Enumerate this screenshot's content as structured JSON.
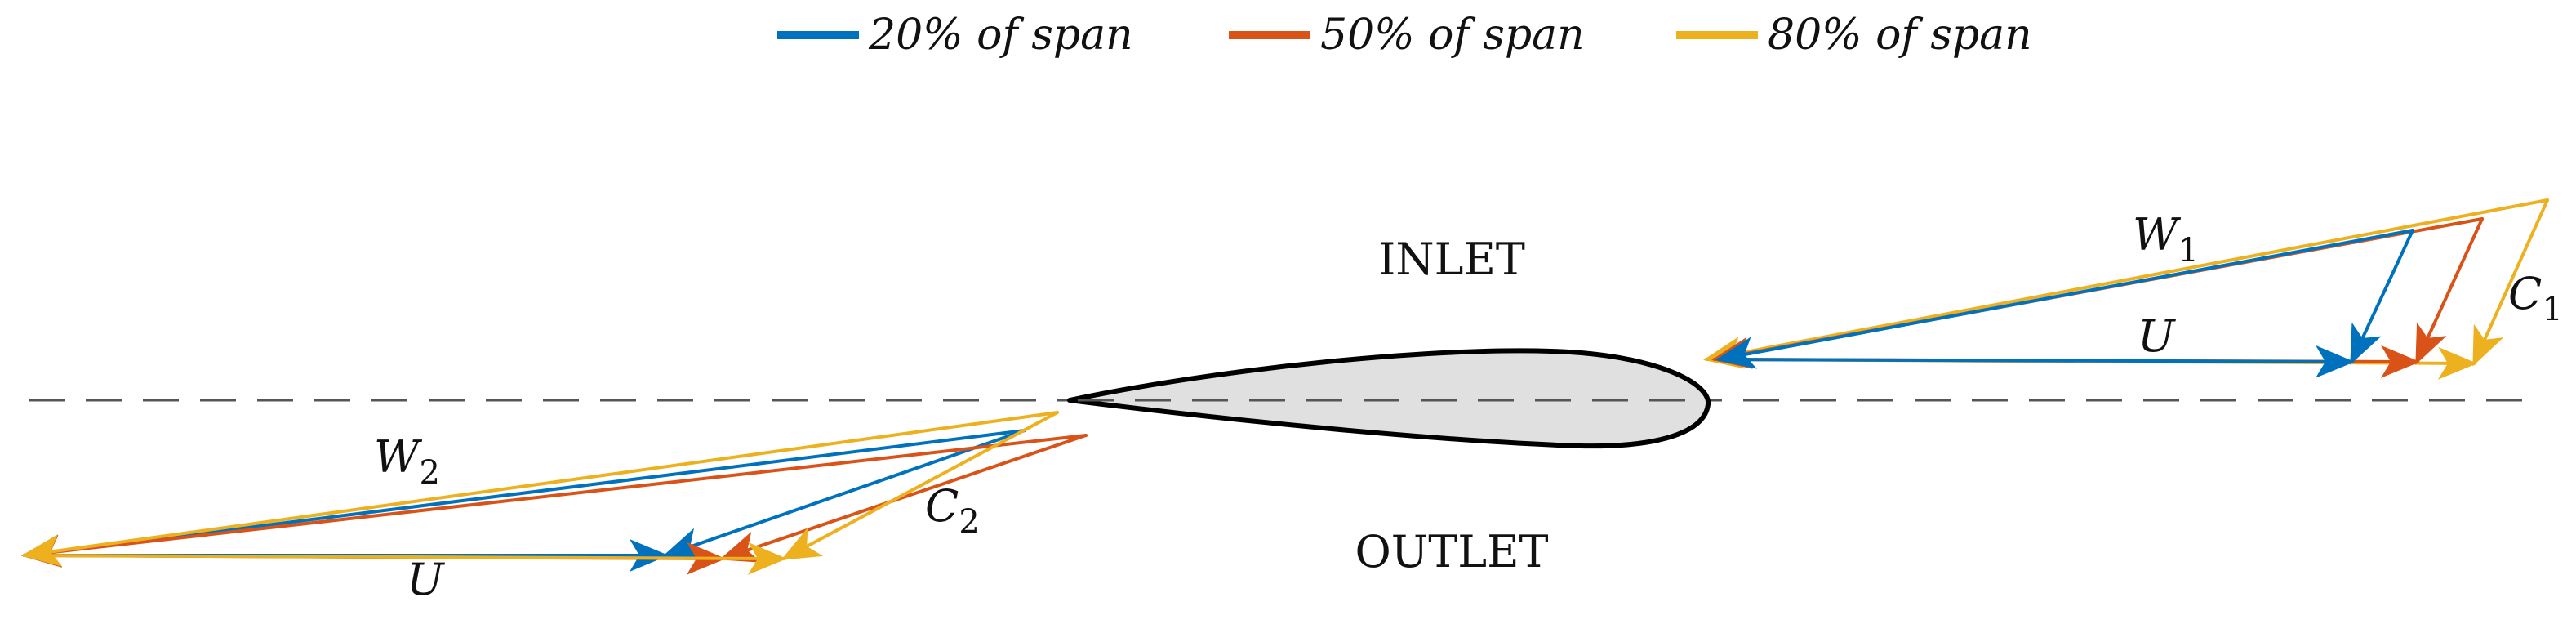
{
  "legend": {
    "items": [
      {
        "label": "20% of span",
        "color": "#0072BD"
      },
      {
        "label": "50% of span",
        "color": "#D95319"
      },
      {
        "label": "80% of span",
        "color": "#EDB120"
      }
    ]
  },
  "regions": {
    "inlet": "INLET",
    "outlet": "OUTLET"
  },
  "labels": {
    "w1": {
      "symbol": "W",
      "sub": "1"
    },
    "c1": {
      "symbol": "C",
      "sub": "1"
    },
    "u_inlet": "U",
    "w2": {
      "symbol": "W",
      "sub": "2"
    },
    "c2": {
      "symbol": "C",
      "sub": "2"
    },
    "u_outlet": "U"
  },
  "colors": {
    "airfoil_fill": "#E0E0E0",
    "airfoil_stroke": "#000000",
    "chord_line": "#555555"
  }
}
